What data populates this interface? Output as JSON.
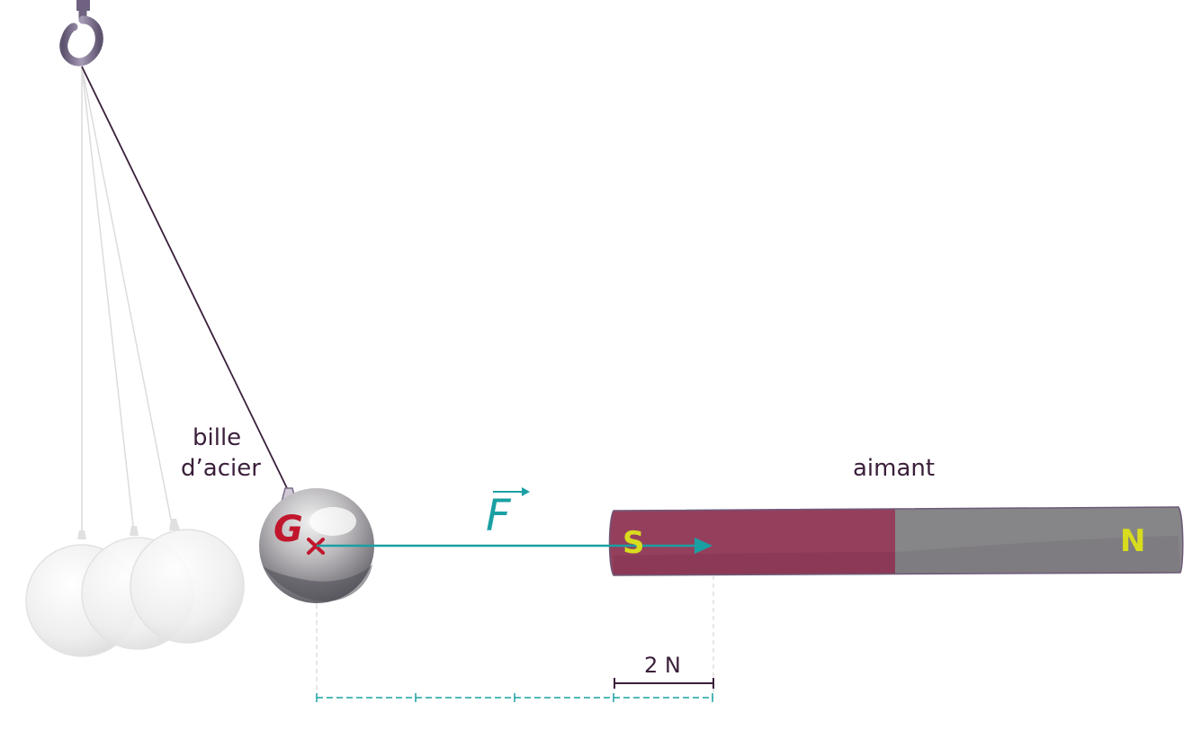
{
  "labels": {
    "ball": [
      "bille",
      "d’acier"
    ],
    "magnet": "aimant",
    "force_symbol": "F",
    "center_symbol": "G",
    "south_pole": "S",
    "north_pole": "N",
    "scale": "2 N"
  },
  "colors": {
    "ink": "#3a1f3a",
    "force": "#1aa0a3",
    "center": "#c0172d",
    "pole_letters": "#d8dc1e",
    "magnet_south": "#94405d",
    "magnet_north": "#868588",
    "hook": "#7b6c8a"
  },
  "force": {
    "scale_newtons_per_segment": 2,
    "segments": 4,
    "magnitude_newtons": 8
  }
}
